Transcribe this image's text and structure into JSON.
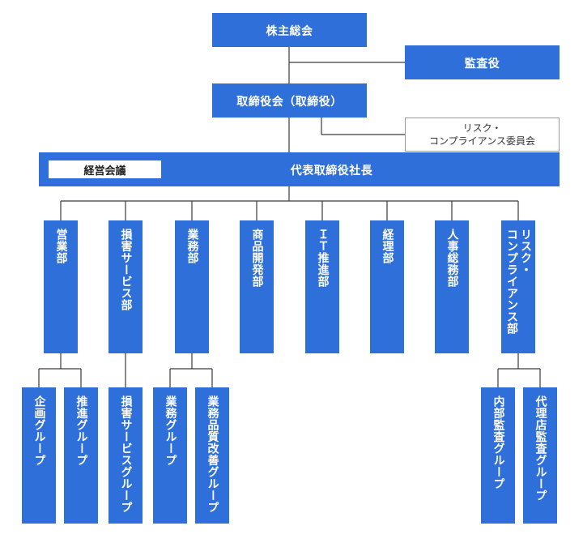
{
  "top": {
    "shareholders": "株主総会",
    "auditor": "監査役",
    "board": "取締役会（取締役）",
    "risk_committee_line1": "リスク・",
    "risk_committee_line2": "コンプライアンス委員会",
    "management_meeting": "経営会議",
    "president": "代表取締役社長"
  },
  "departments": [
    {
      "label": "営業部"
    },
    {
      "label": "損害サービス部"
    },
    {
      "label": "業務部"
    },
    {
      "label": "商品開発部"
    },
    {
      "label": "ＩＴ推進部"
    },
    {
      "label": "経理部"
    },
    {
      "label": "人事総務部"
    },
    {
      "label": "リスク・\nコンプライアンス部"
    }
  ],
  "groups": [
    {
      "label": "企画グループ"
    },
    {
      "label": "推進グループ"
    },
    {
      "label": "損害サービスグループ"
    },
    {
      "label": "業務グループ"
    },
    {
      "label": "業務品質改善グループ"
    },
    {
      "label": "内部監査グループ"
    },
    {
      "label": "代理店監査グループ"
    }
  ],
  "colors": {
    "box": "#2f6fd9",
    "line": "#3a3a3a",
    "outline": "#9a9a9a"
  }
}
